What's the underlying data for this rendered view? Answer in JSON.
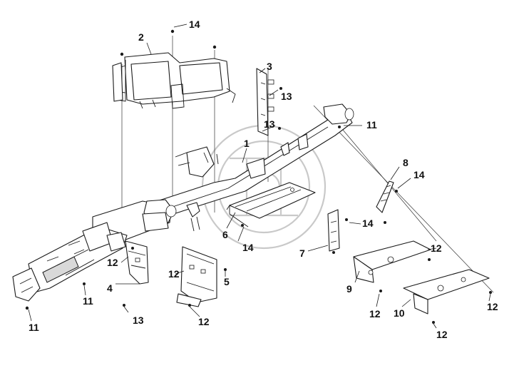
{
  "callouts": [
    {
      "id": "c2",
      "label": "2"
    },
    {
      "id": "c14a",
      "label": "14"
    },
    {
      "id": "c3",
      "label": "3"
    },
    {
      "id": "c13a",
      "label": "13"
    },
    {
      "id": "c13b",
      "label": "13"
    },
    {
      "id": "c11a",
      "label": "11"
    },
    {
      "id": "c1",
      "label": "1"
    },
    {
      "id": "c8",
      "label": "8"
    },
    {
      "id": "c14b",
      "label": "14"
    },
    {
      "id": "c14c",
      "label": "14"
    },
    {
      "id": "c6",
      "label": "6"
    },
    {
      "id": "c14d",
      "label": "14"
    },
    {
      "id": "c7",
      "label": "7"
    },
    {
      "id": "c12a",
      "label": "12"
    },
    {
      "id": "c9",
      "label": "9"
    },
    {
      "id": "c12b",
      "label": "12"
    },
    {
      "id": "c10",
      "label": "10"
    },
    {
      "id": "c12c",
      "label": "12"
    },
    {
      "id": "c12d",
      "label": "12"
    },
    {
      "id": "c12e",
      "label": "12"
    },
    {
      "id": "c5",
      "label": "5"
    },
    {
      "id": "c12f",
      "label": "12"
    },
    {
      "id": "c12g",
      "label": "12"
    },
    {
      "id": "c4",
      "label": "4"
    },
    {
      "id": "c13c",
      "label": "13"
    },
    {
      "id": "c11b",
      "label": "11"
    },
    {
      "id": "c11c",
      "label": "11"
    }
  ]
}
